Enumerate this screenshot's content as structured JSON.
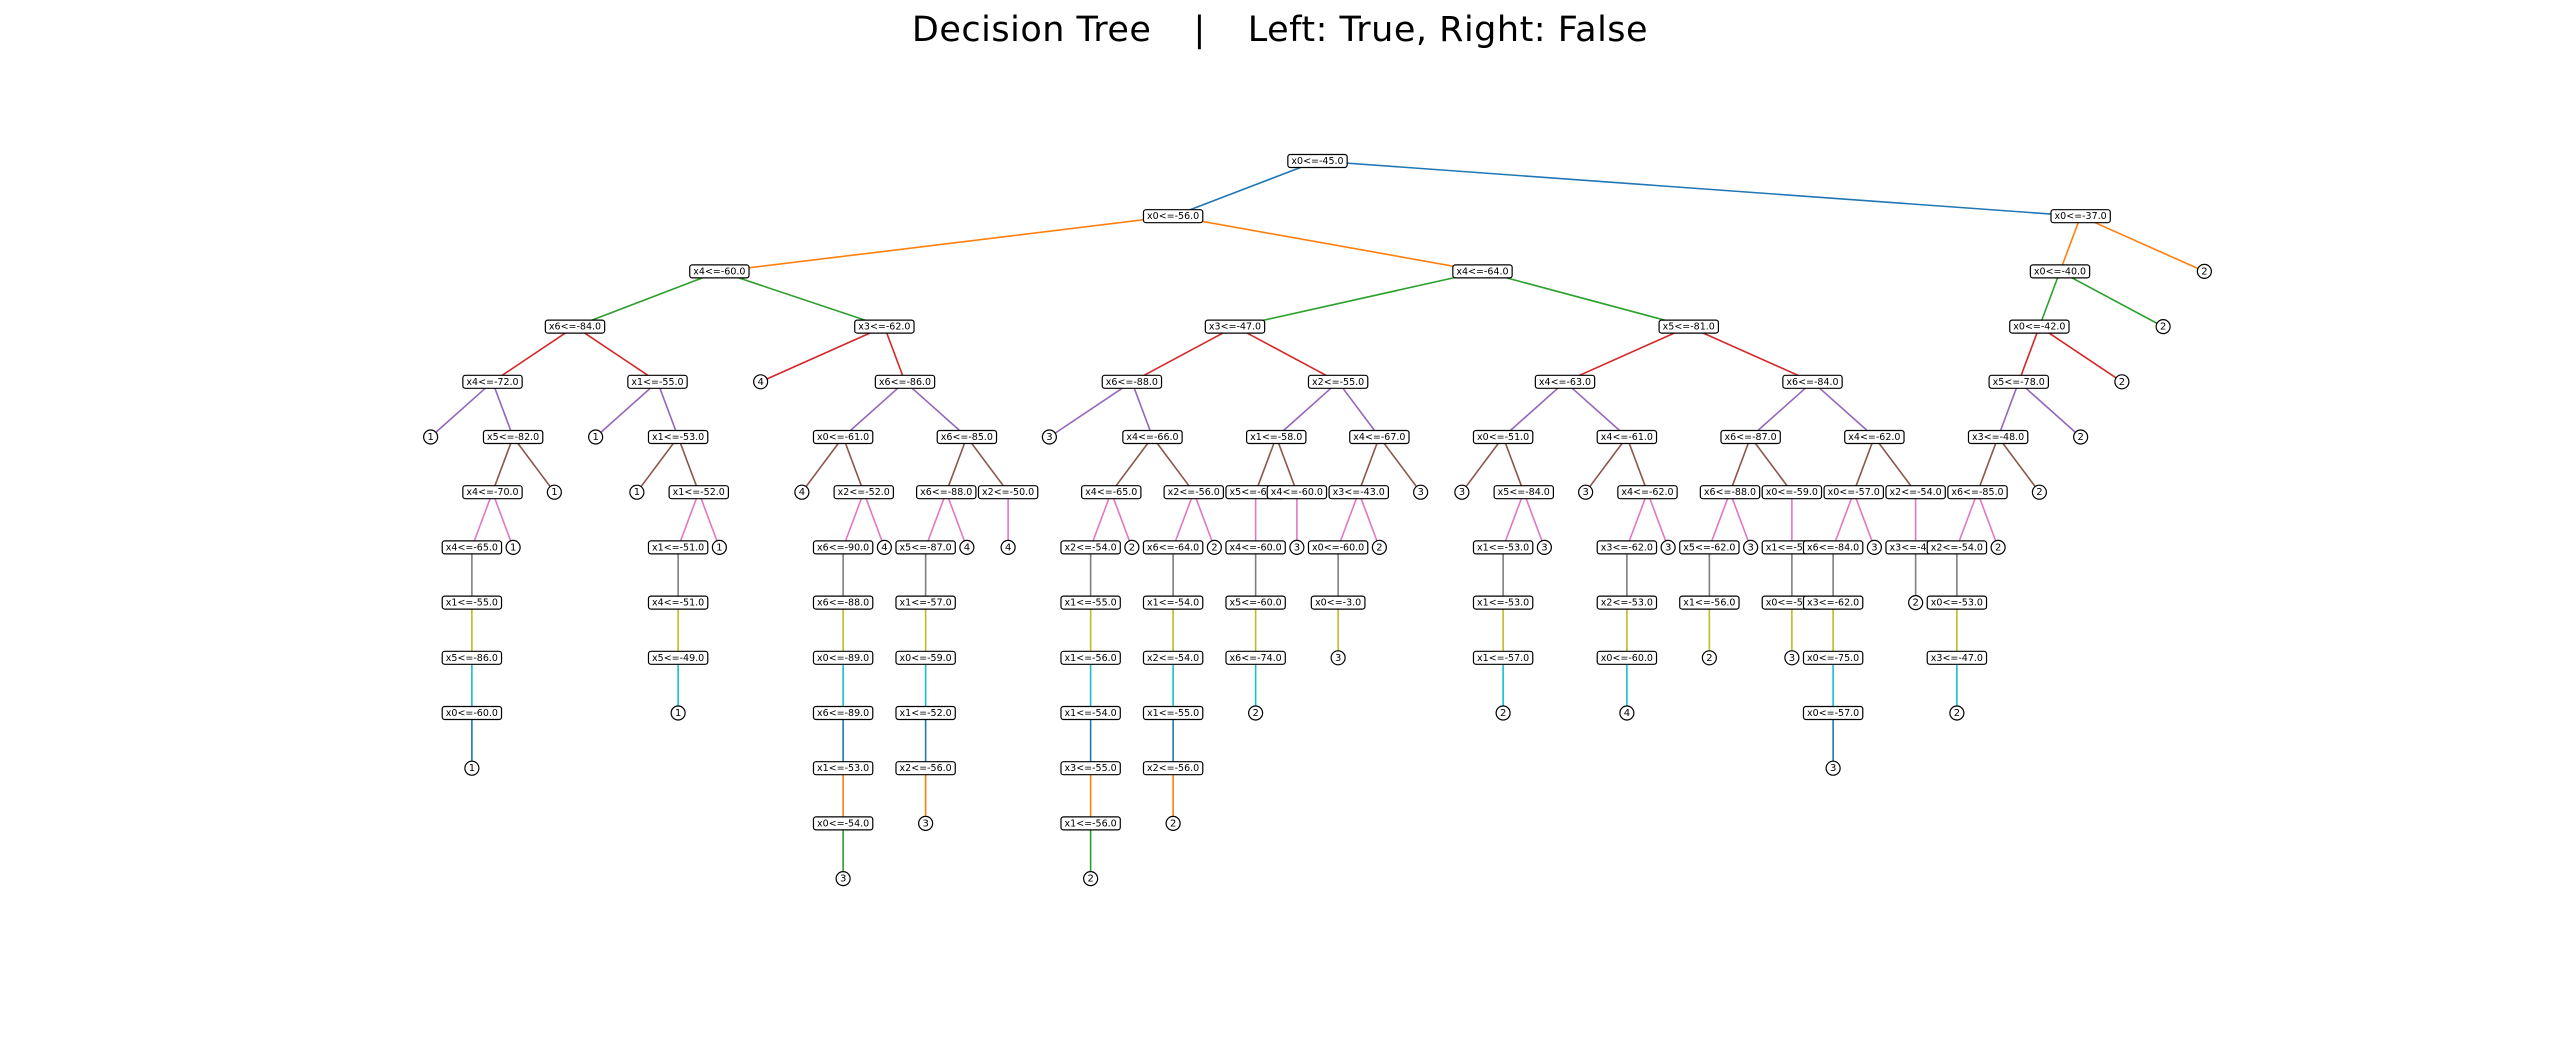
{
  "title": {
    "left": "Decision Tree",
    "separator": "|",
    "right": "Left: True, Right: False"
  },
  "palette": [
    "#1f77b4",
    "#ff7f0e",
    "#2ca02c",
    "#d62728",
    "#9467bd",
    "#8c564b",
    "#e377c2",
    "#7f7f7f",
    "#bcbd22",
    "#17becf"
  ],
  "tree": [
    "x0<=-45.0",
    [
      "x0<=-56.0",
      [
        "x4<=-60.0",
        [
          "x6<=-84.0",
          [
            "x4<=-72.0",
            "1",
            [
              "x5<=-82.0",
              [
                "x4<=-70.0",
                [
                  "x4<=-65.0",
                  [
                    "x1<=-55.0",
                    [
                      "x5<=-86.0",
                      [
                        "x0<=-60.0",
                        "1"
                      ]
                    ]
                  ]
                ],
                "1"
              ],
              "1"
            ]
          ],
          [
            "x1<=-55.0",
            "1",
            [
              "x1<=-53.0",
              "1",
              [
                "x1<=-52.0",
                [
                  "x1<=-51.0",
                  [
                    "x4<=-51.0",
                    [
                      "x5<=-49.0",
                      "1"
                    ]
                  ]
                ],
                "1"
              ]
            ]
          ]
        ],
        [
          "x3<=-62.0",
          "4",
          [
            "x6<=-86.0",
            [
              "x0<=-61.0",
              "4",
              [
                "x2<=-52.0",
                [
                  "x6<=-90.0",
                  [
                    "x6<=-88.0",
                    [
                      "x0<=-89.0",
                      [
                        "x6<=-89.0",
                        [
                          "x1<=-53.0",
                          [
                            "x0<=-54.0",
                            "3"
                          ]
                        ]
                      ]
                    ]
                  ]
                ],
                "4"
              ]
            ],
            [
              "x6<=-85.0",
              [
                "x6<=-88.0",
                [
                  "x5<=-87.0",
                  [
                    "x1<=-57.0",
                    [
                      "x0<=-59.0",
                      [
                        "x1<=-52.0",
                        [
                          "x2<=-56.0",
                          "3"
                        ]
                      ]
                    ]
                  ]
                ],
                "4"
              ],
              [
                "x2<=-50.0",
                "4"
              ]
            ]
          ]
        ]
      ],
      [
        "x4<=-64.0",
        [
          "x3<=-47.0",
          [
            "x6<=-88.0",
            "3",
            [
              "x4<=-66.0",
              [
                "x4<=-65.0",
                [
                  "x2<=-54.0",
                  [
                    "x1<=-55.0",
                    [
                      "x1<=-56.0",
                      [
                        "x1<=-54.0",
                        [
                          "x3<=-55.0",
                          [
                            "x1<=-56.0",
                            "2"
                          ]
                        ]
                      ]
                    ]
                  ]
                ],
                "2"
              ],
              [
                "x2<=-56.0",
                [
                  "x6<=-64.0",
                  [
                    "x1<=-54.0",
                    [
                      "x2<=-54.0",
                      [
                        "x1<=-55.0",
                        [
                          "x2<=-56.0",
                          "2"
                        ]
                      ]
                    ]
                  ]
                ],
                "2"
              ]
            ]
          ],
          [
            "x2<=-55.0",
            [
              "x1<=-58.0",
              [
                "x5<=-62.0",
                [
                  "x4<=-60.0",
                  [
                    "x5<=-60.0",
                    [
                      "x6<=-74.0",
                      "2"
                    ]
                  ]
                ]
              ],
              [
                "x4<=-60.0",
                "3"
              ]
            ],
            [
              "x4<=-67.0",
              [
                "x3<=-43.0",
                [
                  "x0<=-60.0",
                  [
                    "x0<=-3.0",
                    "3"
                  ]
                ],
                "2"
              ],
              "3"
            ]
          ]
        ],
        [
          "x5<=-81.0",
          [
            "x4<=-63.0",
            [
              "x0<=-51.0",
              "3",
              [
                "x5<=-84.0",
                [
                  "x1<=-53.0",
                  [
                    "x1<=-53.0",
                    [
                      "x1<=-57.0",
                      "2"
                    ]
                  ]
                ],
                "3"
              ]
            ],
            [
              "x4<=-61.0",
              "3",
              [
                "x4<=-62.0",
                [
                  "x3<=-62.0",
                  [
                    "x2<=-53.0",
                    [
                      "x0<=-60.0",
                      "4"
                    ]
                  ]
                ],
                "3"
              ]
            ]
          ],
          [
            "x6<=-84.0",
            [
              "x6<=-87.0",
              [
                "x6<=-88.0",
                [
                  "x5<=-62.0",
                  [
                    "x1<=-56.0",
                    "2"
                  ]
                ],
                "3"
              ],
              [
                "x0<=-59.0",
                [
                  "x1<=-53.0",
                  [
                    "x0<=-56.0",
                    "3"
                  ]
                ]
              ]
            ],
            [
              "x4<=-62.0",
              [
                "x0<=-57.0",
                [
                  "x6<=-84.0",
                  [
                    "x3<=-62.0",
                    [
                      "x0<=-75.0",
                      [
                        "x0<=-57.0",
                        "3"
                      ]
                    ]
                  ]
                ],
                "3"
              ],
              [
                "x2<=-54.0",
                [
                  "x3<=-48.0",
                  "2"
                ]
              ]
            ]
          ]
        ]
      ]
    ],
    [
      "x0<=-37.0",
      [
        "x0<=-40.0",
        [
          "x0<=-42.0",
          [
            "x5<=-78.0",
            [
              "x3<=-48.0",
              [
                "x6<=-85.0",
                [
                  "x2<=-54.0",
                  [
                    "x0<=-53.0",
                    [
                      "x3<=-47.0",
                      "2"
                    ]
                  ]
                ],
                "2"
              ],
              "2"
            ],
            "2"
          ],
          "2"
        ],
        "2"
      ],
      "2"
    ]
  ]
}
